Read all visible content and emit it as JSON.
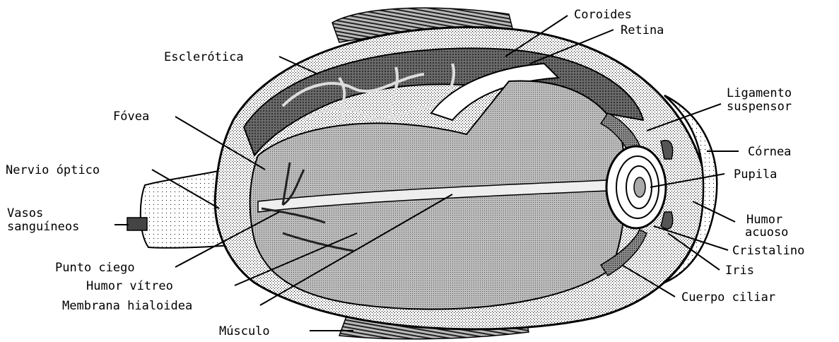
{
  "labels": {
    "coroides": "Coroides",
    "retina": "Retina",
    "esclerotica": "Esclerótica",
    "fovea": "Fóvea",
    "nervio_optico": "Nervio óptico",
    "vasos_1": "Vasos",
    "vasos_2": "sanguíneos",
    "punto_ciego": "Punto ciego",
    "humor_vitreo": "Humor vítreo",
    "membrana_hialoidea": "Membrana hialoidea",
    "musculo": "Músculo",
    "ligamento_1": "Ligamento",
    "ligamento_2": "suspensor",
    "cornea": "Córnea",
    "pupila": "Pupila",
    "humor_acuoso_1": "Humor",
    "humor_acuoso_2": "acuoso",
    "cristalino": "Cristalino",
    "iris": "Iris",
    "cuerpo_ciliar": "Cuerpo ciliar"
  }
}
